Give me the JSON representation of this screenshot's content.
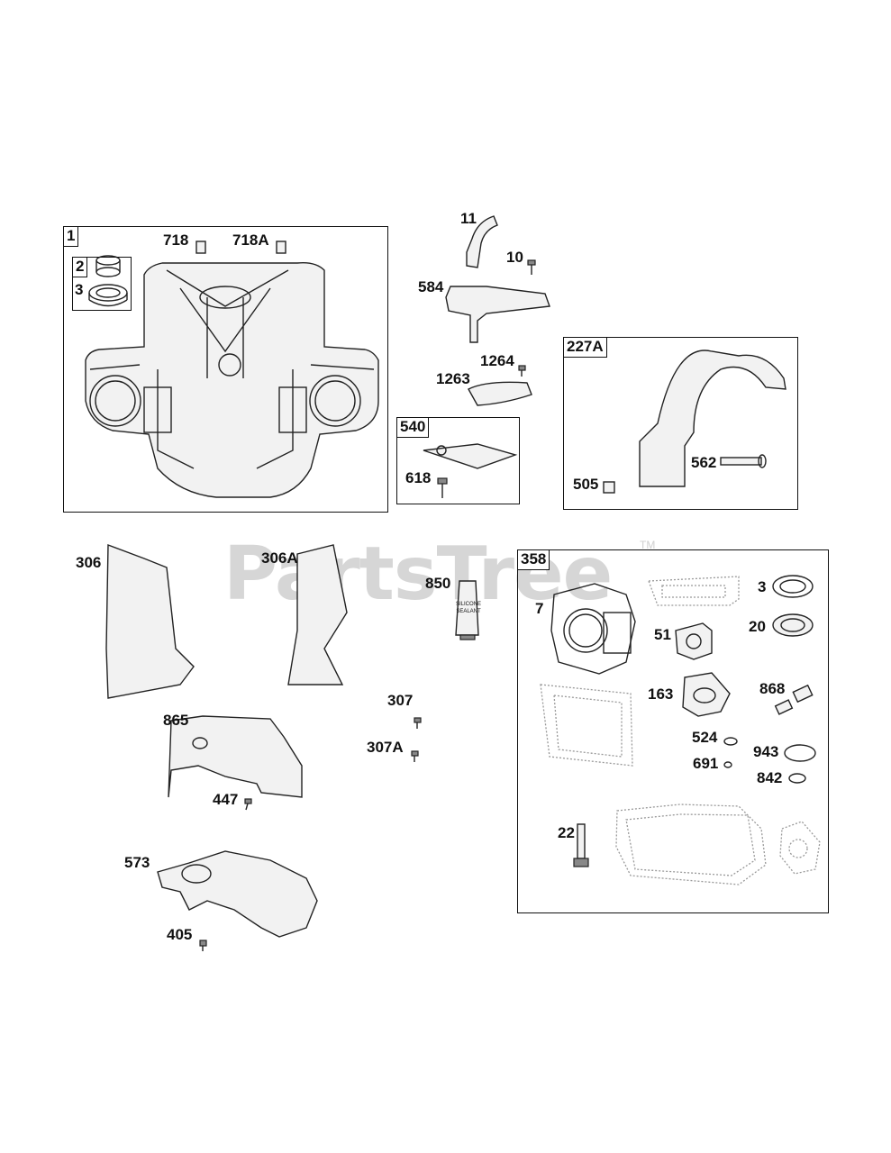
{
  "watermark": {
    "text": "PartsTree",
    "trademark": "TM"
  },
  "boxes": {
    "cylinder": {
      "tag": "1"
    },
    "bearing_kit": {
      "tag": "2"
    },
    "kit_540": {
      "tag": "540"
    },
    "kit_227a": {
      "tag": "227A"
    },
    "gasket_set": {
      "tag": "358"
    }
  },
  "labels": {
    "p3a": "3",
    "p718": "718",
    "p718a": "718A",
    "p11": "11",
    "p10": "10",
    "p584": "584",
    "p1264": "1264",
    "p1263": "1263",
    "p618": "618",
    "p505": "505",
    "p562": "562",
    "p306": "306",
    "p306a": "306A",
    "p850": "850",
    "p307": "307",
    "p307a": "307A",
    "p865": "865",
    "p447": "447",
    "p573": "573",
    "p405": "405",
    "p7": "7",
    "p3b": "3",
    "p20": "20",
    "p51": "51",
    "p163": "163",
    "p868": "868",
    "p524": "524",
    "p943": "943",
    "p691": "691",
    "p842": "842",
    "p22": "22"
  },
  "sealant_tube": {
    "line1": "SILICONE",
    "line2": "SEALANT"
  },
  "colors": {
    "line": "#222222",
    "watermark": "#cfcfcf",
    "gasket": "#999999"
  }
}
